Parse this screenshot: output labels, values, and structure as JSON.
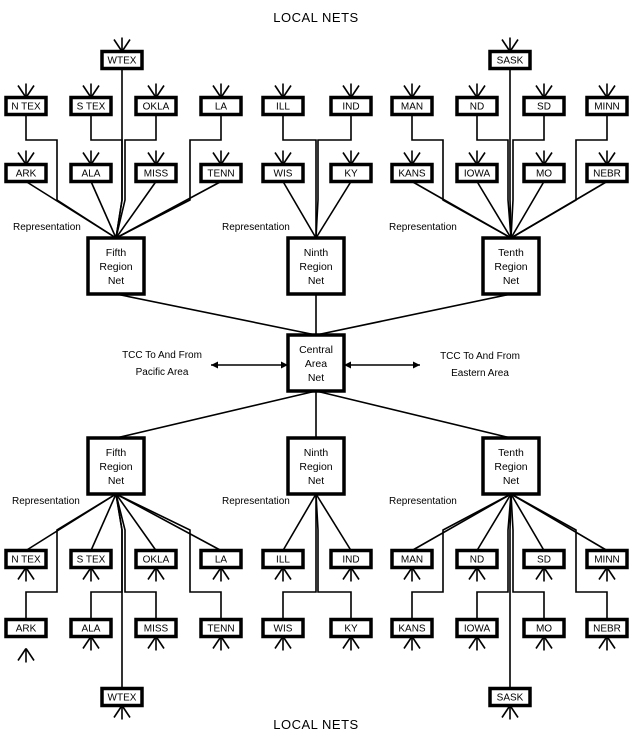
{
  "title_top": "LOCAL NETS",
  "title_bottom": "LOCAL NETS",
  "central": {
    "lines": [
      "Central",
      "Area",
      "Net"
    ]
  },
  "left_note": {
    "lines": [
      "TCC To And From",
      "Pacific Area"
    ]
  },
  "right_note": {
    "lines": [
      "TCC To And From",
      "Eastern Area"
    ]
  },
  "representation_label": "Representation",
  "top_regions": [
    {
      "lines": [
        "Fifth",
        "Region",
        "Net"
      ],
      "representation": "Representation",
      "top_extra": "WTEX",
      "row1": [
        "N TEX",
        "S TEX",
        "OKLA",
        "LA"
      ],
      "row2": [
        "ARK",
        "ALA",
        "MISS",
        "TENN"
      ]
    },
    {
      "lines": [
        "Ninth",
        "Region",
        "Net"
      ],
      "representation": "Representation",
      "top_extra": null,
      "row1": [
        "ILL",
        "IND"
      ],
      "row2": [
        "WIS",
        "KY"
      ]
    },
    {
      "lines": [
        "Tenth",
        "Region",
        "Net"
      ],
      "representation": "Representation",
      "top_extra": "SASK",
      "row1": [
        "MAN",
        "ND",
        "SD",
        "MINN"
      ],
      "row2": [
        "KANS",
        "IOWA",
        "MO",
        "NEBR"
      ]
    }
  ],
  "bottom_regions": [
    {
      "lines": [
        "Fifth",
        "Region",
        "Net"
      ],
      "representation": "Representation",
      "bottom_extra": "WTEX",
      "row1": [
        "N TEX",
        "S TEX",
        "OKLA",
        "LA"
      ],
      "row2": [
        "ARK",
        "ALA",
        "MISS",
        "TENN"
      ]
    },
    {
      "lines": [
        "Ninth",
        "Region",
        "Net"
      ],
      "representation": "Representation",
      "bottom_extra": null,
      "row1": [
        "ILL",
        "IND"
      ],
      "row2": [
        "WIS",
        "KY"
      ]
    },
    {
      "lines": [
        "Tenth",
        "Region",
        "Net"
      ],
      "representation": "Representation",
      "bottom_extra": "SASK",
      "row1": [
        "MAN",
        "ND",
        "SD",
        "MINN"
      ],
      "row2": [
        "KANS",
        "IOWA",
        "MO",
        "NEBR"
      ]
    }
  ]
}
